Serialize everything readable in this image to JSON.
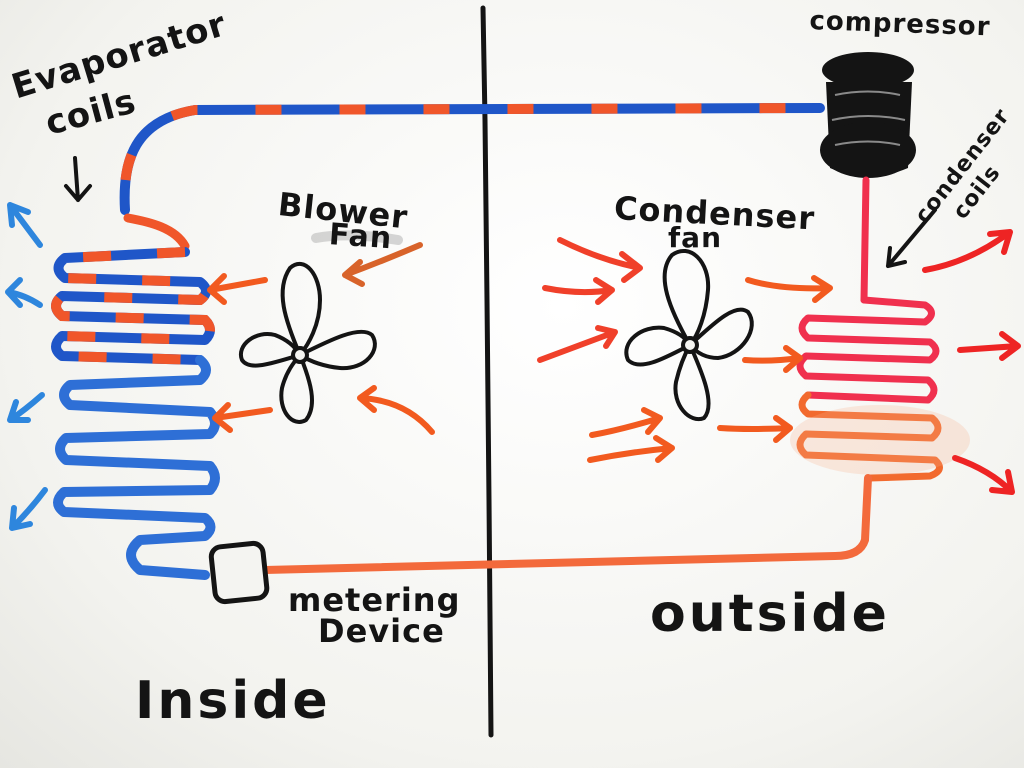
{
  "labels": {
    "evaporator_coils_line1": "Evaporator",
    "evaporator_coils_line2": "coils",
    "blower_fan_line1": "Blower",
    "blower_fan_line2": "Fan",
    "condenser_fan_line1": "Condenser",
    "condenser_fan_line2": "fan",
    "compressor": "compressor",
    "condenser_coils_line1": "condenser",
    "condenser_coils_line2": "coils",
    "metering_device_line1": "metering",
    "metering_device_line2": "Device",
    "inside": "Inside",
    "outside": "outside"
  },
  "colors": {
    "ink": "#141414",
    "cold_line": "#1f56c8",
    "cold_line_light": "#2e86dd",
    "warm_line": "#f0562a",
    "hot_coil": "#f0304e",
    "warm_air": "#f25a1f"
  }
}
